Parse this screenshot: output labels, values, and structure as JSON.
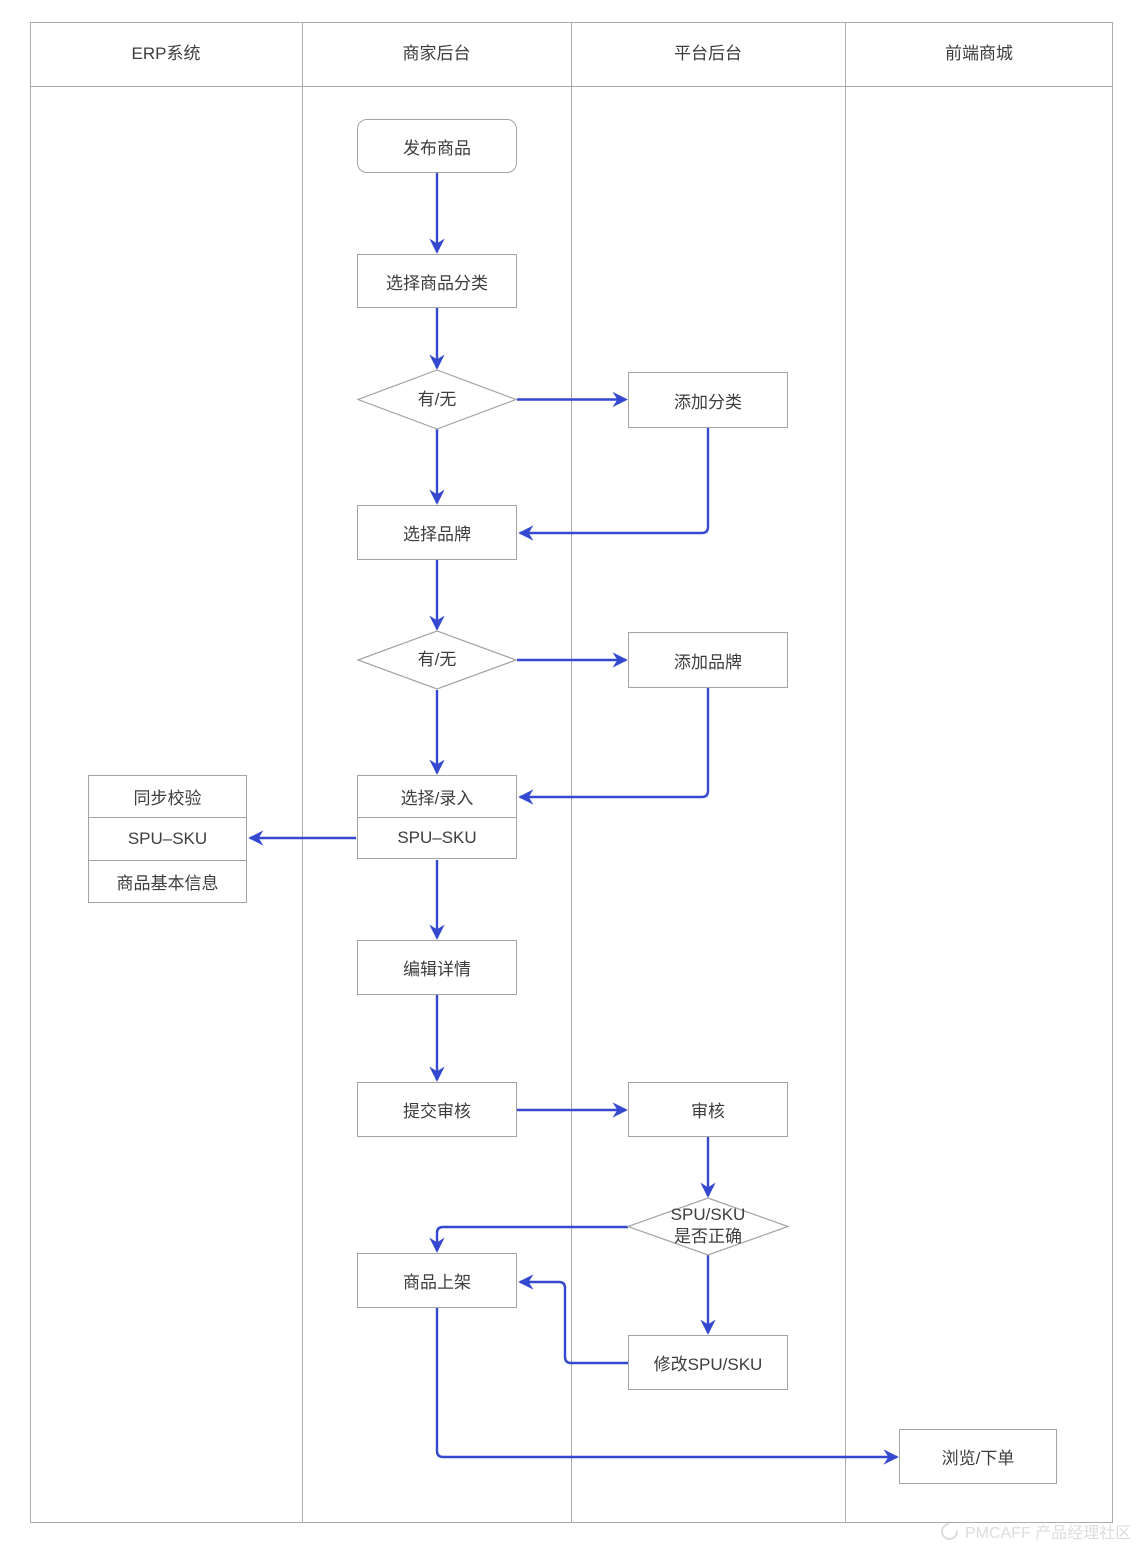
{
  "lanes": [
    {
      "label": "ERP系统"
    },
    {
      "label": "商家后台"
    },
    {
      "label": "平台后台"
    },
    {
      "label": "前端商城"
    }
  ],
  "nodes": {
    "publish": "发布商品",
    "select_category": "选择商品分类",
    "category_decision": "有/无",
    "add_category": "添加分类",
    "select_brand": "选择品牌",
    "brand_decision": "有/无",
    "add_brand": "添加品牌",
    "enter_spu_line1": "选择/录入",
    "enter_spu_line2": "SPU–SKU",
    "sync_check_line1": "同步校验",
    "sync_check_line2": "SPU–SKU",
    "sync_check_line3": "商品基本信息",
    "edit_detail": "编辑详情",
    "submit_review": "提交审核",
    "review": "审核",
    "check_decision_line1": "SPU/SKU",
    "check_decision_line2": "是否正确",
    "on_shelf": "商品上架",
    "modify_spu": "修改SPU/SKU",
    "browse_order": "浏览/下单"
  },
  "watermark": {
    "text": "PMCAFF 产品经理社区"
  },
  "colors": {
    "arrow": "#3448d0",
    "grid": "#ababab",
    "box_border": "#a3a3a3",
    "text": "#3d3d3d"
  }
}
